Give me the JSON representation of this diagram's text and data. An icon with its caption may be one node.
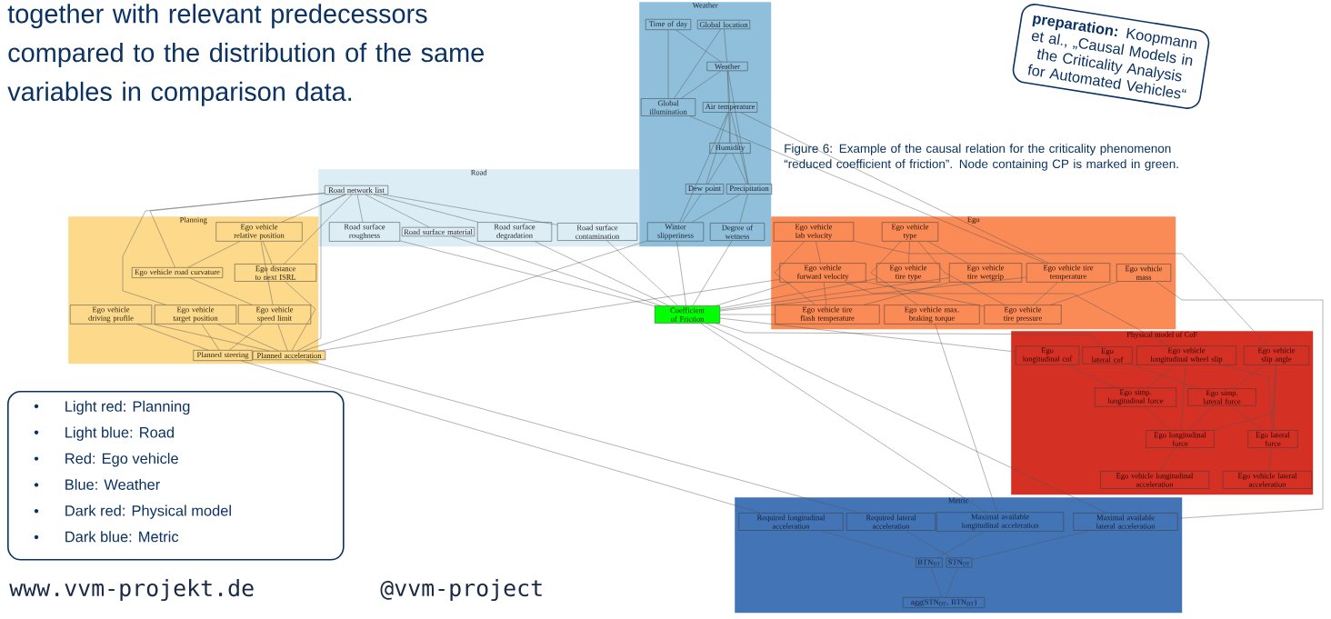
{
  "diagram": {
    "caption": "Figure 6: Example of the causal relation for the criticality phenomenon “reduced coefficient of friction”. Node containing CP is marked in green.",
    "nodes": [
      {
        "text": [
          "Weather"
        ]
      },
      {
        "text": [
          "Time of day"
        ],
        "in": 0
      },
      {
        "text": [
          "Global location"
        ],
        "in": 0
      },
      {
        "text": [
          "Weather"
        ],
        "in": 0
      },
      {
        "text": [
          "Global illumination"
        ],
        "in": 0
      },
      {
        "text": [
          "Air temperature"
        ],
        "in": 0
      },
      {
        "text": [
          "Humidity"
        ],
        "in": 0
      },
      {
        "text": [
          "Dew point"
        ],
        "in": 0
      },
      {
        "text": [
          "Precipitation"
        ],
        "in": 0
      },
      {
        "text": [
          "Winter slipperiness"
        ],
        "in": 0
      },
      {
        "text": [
          "Degree of wetness"
        ],
        "in": 0
      },
      {
        "text": [
          "Road"
        ]
      },
      {
        "text": [
          "Road network list"
        ],
        "in": 11
      },
      {
        "text": [
          "Road surface roughness"
        ],
        "in": 11
      },
      {
        "text": [
          "Road surface material"
        ],
        "in": 11
      },
      {
        "text": [
          "Road surface degradation"
        ],
        "in": 11
      },
      {
        "text": [
          "Road surface contamination"
        ],
        "in": 11
      },
      {
        "text": [
          "Planning"
        ]
      },
      {
        "text": [
          "Ego vehicle relative position"
        ],
        "in": 17
      },
      {
        "text": [
          "Ego vehicle road curvature"
        ],
        "in": 17
      },
      {
        "text": [
          "Ego distance to next ISRL"
        ],
        "in": 17
      },
      {
        "text": [
          "Ego vehicle driving profile"
        ],
        "in": 17
      },
      {
        "text": [
          "Ego vehicle target position"
        ],
        "in": 17
      },
      {
        "text": [
          "Ego vehicle speed limit"
        ],
        "in": 17
      },
      {
        "text": [
          "Planned steering"
        ],
        "in": 17
      },
      {
        "text": [
          "Planned acceleration"
        ],
        "in": 17
      },
      {
        "text": [
          "Coefficient of Friction"
        ]
      },
      {
        "text": [
          "Ego"
        ]
      },
      {
        "text": [
          "Ego vehicle lab velocity"
        ],
        "in": 27
      },
      {
        "text": [
          "Ego vehicle type"
        ],
        "in": 27
      },
      {
        "text": [
          "Ego vehicle forward velocity"
        ],
        "in": 27
      },
      {
        "text": [
          "Ego vehicle tire type"
        ],
        "in": 27
      },
      {
        "text": [
          "Ego vehicle tire wetgrip"
        ],
        "in": 27
      },
      {
        "text": [
          "Ego vehicle tire temperature"
        ],
        "in": 27
      },
      {
        "text": [
          "Ego vehicle mass"
        ],
        "in": 27
      },
      {
        "text": [
          "Ego vehicle tire flash temperature"
        ],
        "in": 27
      },
      {
        "text": [
          "Ego vehicle max. braking torque"
        ],
        "in": 27
      },
      {
        "text": [
          "Ego vehicle tire pressure"
        ],
        "in": 27
      },
      {
        "text": [
          "Physical model of CoF"
        ]
      },
      {
        "text": [
          "Ego longitudinal cof"
        ],
        "in": 38
      },
      {
        "text": [
          "Ego lateral cof"
        ],
        "in": 38
      },
      {
        "text": [
          "Ego vehicle longitudinal wheel slip"
        ],
        "in": 38
      },
      {
        "text": [
          "Ego vehicle slip angle"
        ],
        "in": 38
      },
      {
        "text": [
          "Ego simp. longitudinal force"
        ],
        "in": 38
      },
      {
        "text": [
          "Ego simp. lateral force"
        ],
        "in": 38
      },
      {
        "text": [
          "Ego longitudinal force"
        ],
        "in": 38
      },
      {
        "text": [
          "Ego lateral force"
        ],
        "in": 38
      },
      {
        "text": [
          "Ego vehicle longitudinal acceleration"
        ],
        "in": 38
      },
      {
        "text": [
          "Ego vehicle lateral acceleration"
        ],
        "in": 38
      },
      {
        "text": [
          "Metric"
        ]
      },
      {
        "text": [
          "Required longitudinal acceleration"
        ],
        "in": 49
      },
      {
        "text": [
          "Required lateral acceleration"
        ],
        "in": 49
      },
      {
        "text": [
          "Maximal available longitudinal acceleration"
        ],
        "in": 49
      },
      {
        "text": [
          "Maximal available lateral acceleration"
        ],
        "in": 49
      },
      {
        "text": [
          "BTN$_{DT}$"
        ],
        "in": 49
      },
      {
        "text": [
          "STN$_{DT}$"
        ],
        "in": 49
      },
      {
        "text": [
          "agg(STN$_{DT}$, BTN$_{DT}$)"
        ],
        "in": 49
      },
      {
        "text": [
          "Light red: Planning",
          "Light blue: Road",
          "Red: Ego vehicle",
          "Blue: Weather",
          "Dark red: Physical model",
          "Dark blue: Metric"
        ]
      },
      {
        "text": [
          "**preparation:** Koopmann et al., „Causal Models in the Criticality Analysis for Automated Vehicles“"
        ]
      }
    ],
    "edges": [
      {
        "from": 1,
        "to": 3,
        "arrow": "none"
      },
      {
        "from": 1,
        "to": 4,
        "arrow": "none"
      },
      {
        "from": 2,
        "to": 3,
        "arrow": "none"
      },
      {
        "from": 2,
        "to": 4,
        "arrow": "none"
      },
      {
        "from": 3,
        "to": 4,
        "arrow": "none"
      },
      {
        "from": 3,
        "to": 5,
        "arrow": "none"
      },
      {
        "from": 3,
        "to": 6,
        "arrow": "none"
      },
      {
        "from": 3,
        "to": 8,
        "arrow": "none"
      },
      {
        "from": 5,
        "to": 6,
        "arrow": "none"
      },
      {
        "from": 5,
        "to": 7,
        "arrow": "none"
      },
      {
        "from": 5,
        "to": 8,
        "arrow": "none"
      },
      {
        "from": 5,
        "to": 9,
        "arrow": "none"
      },
      {
        "from": 6,
        "to": 7,
        "arrow": "none"
      },
      {
        "from": 6,
        "to": 8,
        "arrow": "none"
      },
      {
        "from": 7,
        "to": 9,
        "arrow": "none"
      },
      {
        "from": 8,
        "to": 9,
        "arrow": "none"
      },
      {
        "from": 8,
        "to": 10,
        "arrow": "none"
      },
      {
        "from": 4,
        "to": 33,
        "arrow": "none"
      },
      {
        "from": 5,
        "to": 33,
        "arrow": "none"
      },
      {
        "from": 9,
        "to": 26,
        "arrow": "none"
      },
      {
        "from": 10,
        "to": 26,
        "arrow": "none"
      },
      {
        "from": 12,
        "to": 13,
        "arrow": "none"
      },
      {
        "from": 12,
        "to": 14,
        "arrow": "none"
      },
      {
        "from": 12,
        "to": 15,
        "arrow": "none"
      },
      {
        "from": 12,
        "to": 16,
        "arrow": "none"
      },
      {
        "from": 12,
        "to": 18,
        "arrow": "none"
      },
      {
        "from": 12,
        "to": 19,
        "arrow": "none"
      },
      {
        "from": 12,
        "to": 20,
        "arrow": "none"
      },
      {
        "from": 12,
        "to": 22,
        "arrow": "none"
      },
      {
        "from": 12,
        "to": 25,
        "arrow": "none"
      },
      {
        "from": 13,
        "to": 26,
        "arrow": "none"
      },
      {
        "from": 14,
        "to": 26,
        "arrow": "none"
      },
      {
        "from": 15,
        "to": 26,
        "arrow": "none"
      },
      {
        "from": 16,
        "to": 26,
        "arrow": "none"
      },
      {
        "from": 18,
        "to": 19,
        "arrow": "none"
      },
      {
        "from": 18,
        "to": 20,
        "arrow": "none"
      },
      {
        "from": 18,
        "to": 23,
        "arrow": "none"
      },
      {
        "from": 19,
        "to": 23,
        "arrow": "none"
      },
      {
        "from": 20,
        "to": 25,
        "arrow": "none"
      },
      {
        "from": 21,
        "to": 24,
        "arrow": "none"
      },
      {
        "from": 21,
        "to": 25,
        "arrow": "none"
      },
      {
        "from": 22,
        "to": 24,
        "arrow": "none"
      },
      {
        "from": 22,
        "to": 25,
        "arrow": "none"
      },
      {
        "from": 23,
        "to": 24,
        "arrow": "none"
      },
      {
        "from": 23,
        "to": 25,
        "arrow": "none"
      },
      {
        "from": 25,
        "to": 9,
        "arrow": "none"
      },
      {
        "from": 25,
        "to": 30,
        "arrow": "none"
      },
      {
        "from": 24,
        "to": 50,
        "arrow": "none"
      },
      {
        "from": 25,
        "to": 51,
        "arrow": "none"
      },
      {
        "from": 28,
        "to": 30,
        "arrow": "none"
      },
      {
        "from": 28,
        "to": 35,
        "arrow": "none"
      },
      {
        "from": 29,
        "to": 31,
        "arrow": "none"
      },
      {
        "from": 29,
        "to": 32,
        "arrow": "none"
      },
      {
        "from": 29,
        "to": 36,
        "arrow": "none"
      },
      {
        "from": 29,
        "to": 37,
        "arrow": "none"
      },
      {
        "from": 30,
        "to": 35,
        "arrow": "none"
      },
      {
        "from": 30,
        "to": 26,
        "arrow": "none"
      },
      {
        "from": 31,
        "to": 26,
        "arrow": "none"
      },
      {
        "from": 32,
        "to": 26,
        "arrow": "none"
      },
      {
        "from": 33,
        "to": 26,
        "arrow": "none"
      },
      {
        "from": 35,
        "to": 26,
        "arrow": "none"
      },
      {
        "from": 33,
        "to": 37,
        "arrow": "none"
      },
      {
        "from": 34,
        "to": 37,
        "arrow": "none"
      },
      {
        "from": 32,
        "to": 35,
        "arrow": "none"
      },
      {
        "from": 30,
        "to": 37,
        "arrow": "none"
      },
      {
        "from": 28,
        "to": 42,
        "arrow": "none"
      },
      {
        "from": 34,
        "to": 53,
        "arrow": "none"
      },
      {
        "from": 36,
        "to": 52,
        "arrow": "none"
      },
      {
        "from": 26,
        "to": 39,
        "arrow": "none"
      },
      {
        "from": 26,
        "to": 40,
        "arrow": "none"
      },
      {
        "from": 30,
        "to": 41,
        "arrow": "none"
      },
      {
        "from": 39,
        "to": 43,
        "arrow": "none"
      },
      {
        "from": 40,
        "to": 44,
        "arrow": "none"
      },
      {
        "from": 41,
        "to": 43,
        "arrow": "none"
      },
      {
        "from": 41,
        "to": 45,
        "arrow": "none"
      },
      {
        "from": 41,
        "to": 46,
        "arrow": "none"
      },
      {
        "from": 42,
        "to": 44,
        "arrow": "none"
      },
      {
        "from": 42,
        "to": 45,
        "arrow": "none"
      },
      {
        "from": 42,
        "to": 46,
        "arrow": "none"
      },
      {
        "from": 43,
        "to": 45,
        "arrow": "none"
      },
      {
        "from": 44,
        "to": 45,
        "arrow": "none"
      },
      {
        "from": 44,
        "to": 46,
        "arrow": "none"
      },
      {
        "from": 45,
        "to": 47,
        "arrow": "none"
      },
      {
        "from": 46,
        "to": 48,
        "arrow": "none"
      },
      {
        "from": 26,
        "to": 52,
        "arrow": "none"
      },
      {
        "from": 26,
        "to": 53,
        "arrow": "none"
      },
      {
        "from": 50,
        "to": 54,
        "arrow": "none"
      },
      {
        "from": 51,
        "to": 55,
        "arrow": "none"
      },
      {
        "from": 52,
        "to": 54,
        "arrow": "none"
      },
      {
        "from": 53,
        "to": 55,
        "arrow": "none"
      },
      {
        "from": 54,
        "to": 56,
        "arrow": "none"
      },
      {
        "from": 55,
        "to": 56,
        "arrow": "none"
      }
    ],
    "labels": [
      "together with relevant predecessors compared to the distribution of the same variables in comparison data.",
      "www.vvm-projekt.de",
      "@vvm-project"
    ]
  }
}
